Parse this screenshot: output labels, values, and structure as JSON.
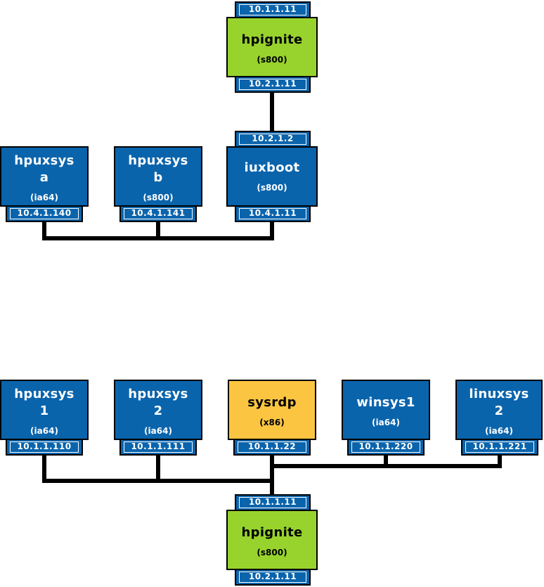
{
  "colors": {
    "server": "#0a64ac",
    "ignite": "#98d32d",
    "rdp": "#fbc541",
    "wire": "#000000"
  },
  "top_network": {
    "hpignite": {
      "name": "hpignite",
      "arch": "(s800)",
      "ip_top": "10.1.1.11",
      "ip_bottom": "10.2.1.11"
    },
    "iuxboot": {
      "name": "iuxboot",
      "arch": "(s800)",
      "ip_top": "10.2.1.2",
      "ip_bottom": "10.4.1.11"
    },
    "hpuxsys_a": {
      "name_line1": "hpuxsys",
      "name_line2": "a",
      "arch": "(ia64)",
      "ip": "10.4.1.140"
    },
    "hpuxsys_b": {
      "name_line1": "hpuxsys",
      "name_line2": "b",
      "arch": "(s800)",
      "ip": "10.4.1.141"
    }
  },
  "bottom_network": {
    "hpuxsys_1": {
      "name_line1": "hpuxsys",
      "name_line2": "1",
      "arch": "(ia64)",
      "ip": "10.1.1.110"
    },
    "hpuxsys_2": {
      "name_line1": "hpuxsys",
      "name_line2": "2",
      "arch": "(ia64)",
      "ip": "10.1.1.111"
    },
    "sysrdp": {
      "name": "sysrdp",
      "arch": "(x86)",
      "ip": "10.1.1.22"
    },
    "winsys1": {
      "name": "winsys1",
      "arch": "(ia64)",
      "ip": "10.1.1.220"
    },
    "linuxsys_2": {
      "name_line1": "linuxsys",
      "name_line2": "2",
      "arch": "(ia64)",
      "ip": "10.1.1.221"
    },
    "hpignite": {
      "name": "hpignite",
      "arch": "(s800)",
      "ip_top": "10.1.1.11",
      "ip_bottom": "10.2.1.11"
    }
  }
}
